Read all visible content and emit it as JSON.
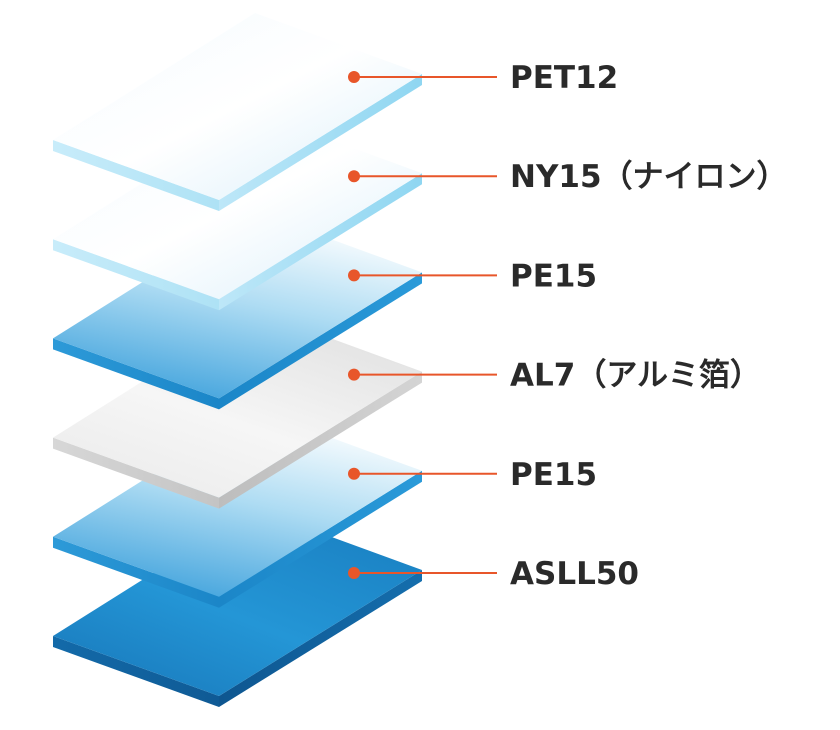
{
  "diagram": {
    "layers": [
      {
        "label": "PET12",
        "style": "clear"
      },
      {
        "label": "NY15（ナイロン）",
        "style": "clear"
      },
      {
        "label": "PE15",
        "style": "blue"
      },
      {
        "label": "AL7（アルミ箔）",
        "style": "foil"
      },
      {
        "label": "PE15",
        "style": "blue"
      },
      {
        "label": "ASLL50",
        "style": "solid"
      }
    ],
    "colors": {
      "leader_line": "#e8562a",
      "clear_top": "#eaf5fc",
      "clear_edge": "#9fdcf3",
      "blue_top": "#5bb6e4",
      "blue_edge": "#1f8fd0",
      "foil_top": "#ededed",
      "foil_edge": "#c9c9c9",
      "solid_top": "#1d86c7",
      "solid_edge": "#0f5f9e",
      "label_text": "#2a2a2a"
    }
  }
}
